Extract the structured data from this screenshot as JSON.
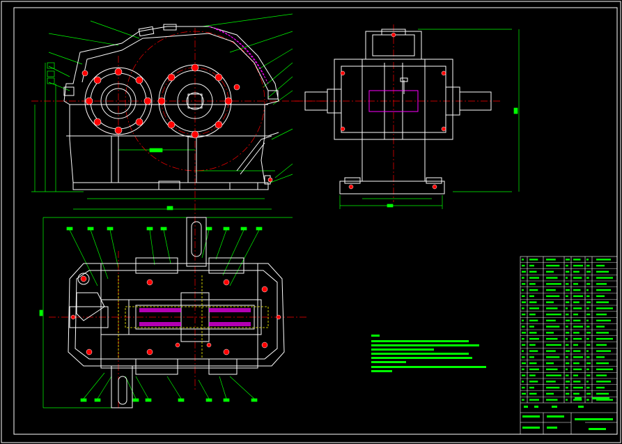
{
  "drawing": {
    "background": "#000000",
    "colors": {
      "frame": "#ffffff",
      "outline": "#ffffff",
      "dimension": "#00ff00",
      "centerline": "#ff0000",
      "hidden": "#ffff00",
      "part": "#ff00ff",
      "text": "#00ff00"
    },
    "views": [
      "front-view",
      "side-view",
      "top-view"
    ],
    "title_block_present": true,
    "parts_list_rows": 24
  }
}
